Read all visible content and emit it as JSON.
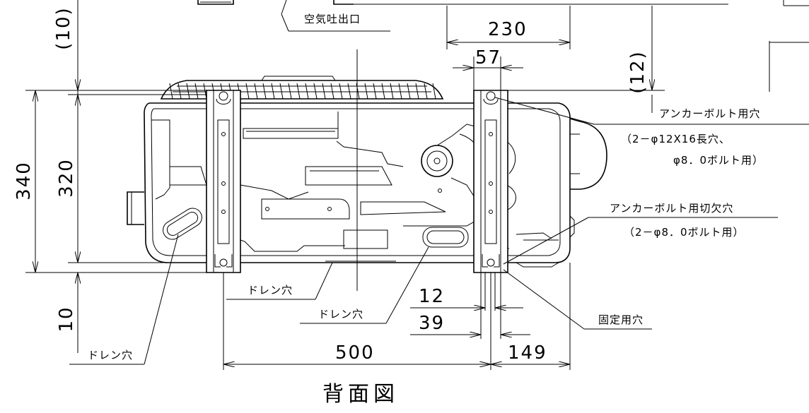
{
  "title": "背面図",
  "labels": {
    "air_outlet": "空気吐出口",
    "anchor_bolt_hole": "アンカーボルト用穴",
    "anchor_bolt_spec1": "（2－φ12X16長穴、",
    "anchor_bolt_spec2": "φ8．0ボルト用）",
    "anchor_notch_hole": "アンカーボルト用切欠穴",
    "anchor_notch_spec": "（2－φ8．0ボルト用）",
    "drain_hole_1": "ドレン穴",
    "drain_hole_2": "ドレン穴",
    "drain_hole_3": "ドレン穴",
    "fixing_hole": "固定用穴"
  },
  "dimensions": {
    "d10_top": "(10)",
    "d230": "230",
    "d12_paren": "(12)",
    "d57": "57",
    "d340": "340",
    "d320": "320",
    "d10_bottom": "10",
    "d12": "12",
    "d39": "39",
    "d500": "500",
    "d149": "149"
  }
}
